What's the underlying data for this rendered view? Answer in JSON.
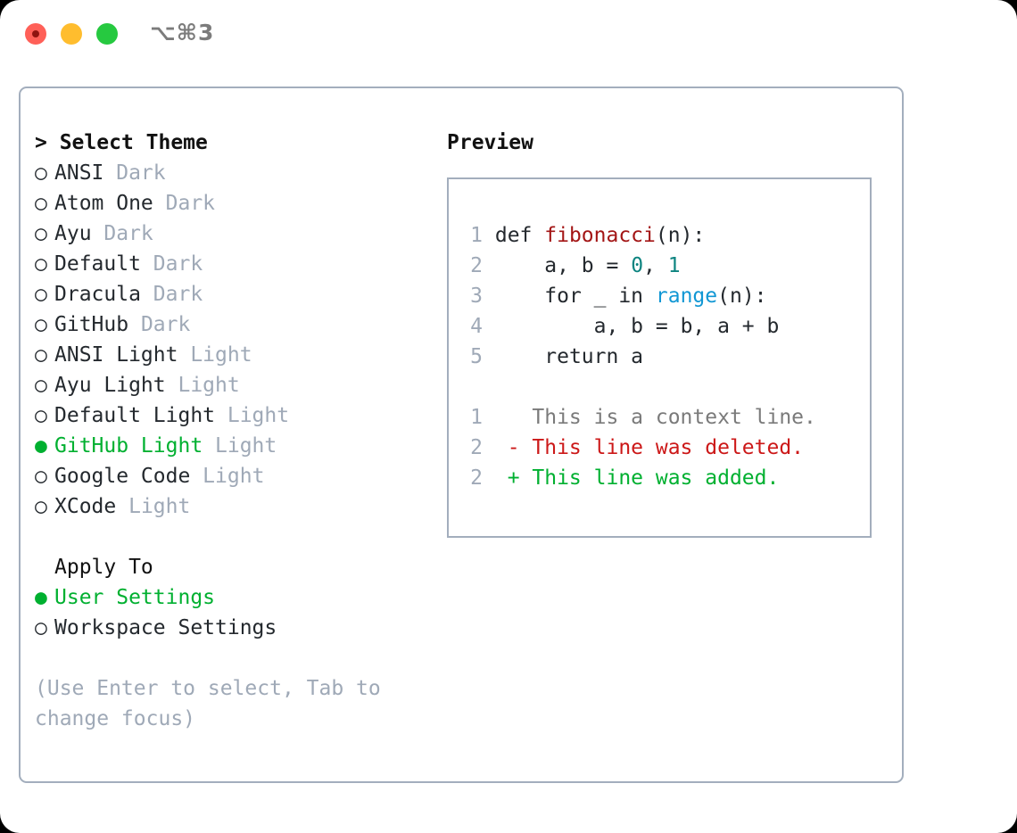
{
  "window": {
    "shortcut": "⌥⌘3",
    "traffic_lights": [
      {
        "name": "close",
        "color": "#ff6058"
      },
      {
        "name": "minimize",
        "color": "#ffbd2e"
      },
      {
        "name": "zoom",
        "color": "#26c940"
      }
    ]
  },
  "colors": {
    "accent_green": "#00b030",
    "muted": "#9fa9b7",
    "text": "#24292e",
    "border": "#a3aebd",
    "diff_delete": "#cc1818",
    "diff_add": "#00b030",
    "syntax_function": "#a31515",
    "syntax_number": "#0d8480",
    "syntax_builtin": "#1197d4"
  },
  "theme_list": {
    "header": "Select Theme",
    "header_prefix": "> ",
    "marker_unselected": "○",
    "marker_selected": "●",
    "items": [
      {
        "label": "ANSI",
        "category": "Dark",
        "selected": false
      },
      {
        "label": "Atom One",
        "category": "Dark",
        "selected": false
      },
      {
        "label": "Ayu",
        "category": "Dark",
        "selected": false
      },
      {
        "label": "Default",
        "category": "Dark",
        "selected": false
      },
      {
        "label": "Dracula",
        "category": "Dark",
        "selected": false
      },
      {
        "label": "GitHub",
        "category": "Dark",
        "selected": false
      },
      {
        "label": "ANSI Light",
        "category": "Light",
        "selected": false
      },
      {
        "label": "Ayu Light",
        "category": "Light",
        "selected": false
      },
      {
        "label": "Default Light",
        "category": "Light",
        "selected": false
      },
      {
        "label": "GitHub Light",
        "category": "Light",
        "selected": true
      },
      {
        "label": "Google Code",
        "category": "Light",
        "selected": false
      },
      {
        "label": "XCode",
        "category": "Light",
        "selected": false
      }
    ]
  },
  "apply_to": {
    "header": "Apply To",
    "items": [
      {
        "label": "User Settings",
        "selected": true
      },
      {
        "label": "Workspace Settings",
        "selected": false
      }
    ]
  },
  "hint": "(Use Enter to select, Tab to change focus)",
  "preview": {
    "title": "Preview",
    "code_lines": [
      {
        "num": "1",
        "tokens": [
          {
            "text": "def ",
            "type": "plain"
          },
          {
            "text": "fibonacci",
            "type": "function"
          },
          {
            "text": "(n):",
            "type": "plain"
          }
        ]
      },
      {
        "num": "2",
        "tokens": [
          {
            "text": "    a, b = ",
            "type": "plain"
          },
          {
            "text": "0",
            "type": "number"
          },
          {
            "text": ", ",
            "type": "plain"
          },
          {
            "text": "1",
            "type": "number"
          }
        ]
      },
      {
        "num": "3",
        "tokens": [
          {
            "text": "    for _ in ",
            "type": "plain"
          },
          {
            "text": "range",
            "type": "builtin"
          },
          {
            "text": "(n):",
            "type": "plain"
          }
        ]
      },
      {
        "num": "4",
        "tokens": [
          {
            "text": "        a, b = b, a + b",
            "type": "plain"
          }
        ]
      },
      {
        "num": "5",
        "tokens": [
          {
            "text": "    return a",
            "type": "plain"
          }
        ]
      }
    ],
    "diff_lines": [
      {
        "num": "1",
        "sign": "  ",
        "text": "This is a context line.",
        "kind": "context"
      },
      {
        "num": "2",
        "sign": "- ",
        "text": "This line was deleted.",
        "kind": "delete"
      },
      {
        "num": "2",
        "sign": "+ ",
        "text": "This line was added.",
        "kind": "add"
      }
    ]
  }
}
